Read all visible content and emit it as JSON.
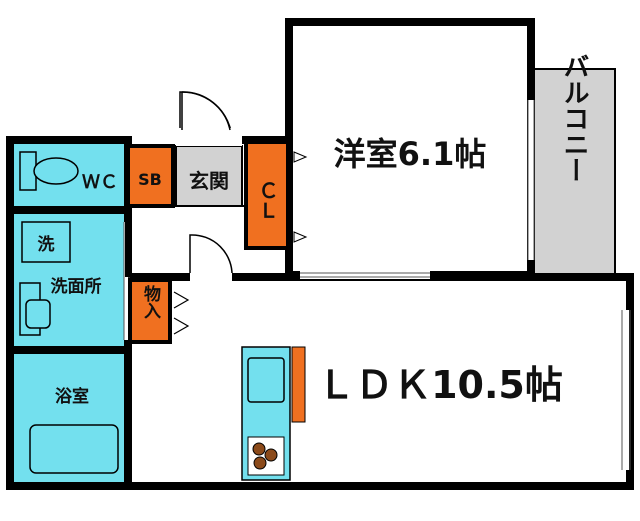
{
  "rooms": {
    "western_room": "洋室6.1帖",
    "ldk": "ＬＤＫ10.5帖",
    "balcony": "バルコニー",
    "wc": "ＷＣ",
    "sb": "SB",
    "entrance": "玄関",
    "closet": "ＣＬ",
    "washer": "洗",
    "washroom": "洗面所",
    "storage": "物入",
    "bathroom": "浴室"
  },
  "colors": {
    "cyan": "#73E0EE",
    "orange": "#F07020",
    "gray": "#D2D2D2",
    "wall": "#000000"
  }
}
